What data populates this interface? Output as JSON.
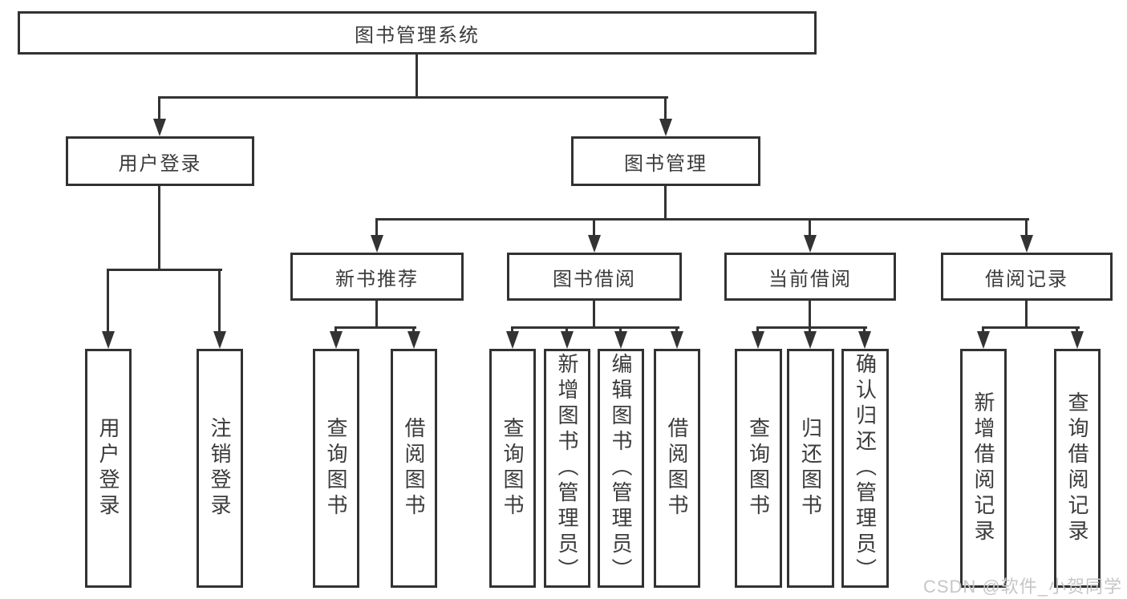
{
  "diagram": {
    "root": {
      "label": "图书管理系统"
    },
    "level2": [
      {
        "label": "用户登录"
      },
      {
        "label": "图书管理"
      }
    ],
    "level3": [
      {
        "label": "新书推荐"
      },
      {
        "label": "图书借阅"
      },
      {
        "label": "当前借阅"
      },
      {
        "label": "借阅记录"
      }
    ],
    "leaves": [
      {
        "label": "用户登录"
      },
      {
        "label": "注销登录"
      },
      {
        "label": "查询图书"
      },
      {
        "label": "借阅图书"
      },
      {
        "label": "查询图书"
      },
      {
        "label": "新增图书（管理员）"
      },
      {
        "label": "编辑图书（管理员）"
      },
      {
        "label": "借阅图书"
      },
      {
        "label": "查询图书"
      },
      {
        "label": "归还图书"
      },
      {
        "label": "确认归还（管理员）"
      },
      {
        "label": "新增借阅记录"
      },
      {
        "label": "查询借阅记录"
      }
    ]
  },
  "watermark": {
    "text": "CSDN @软件_小贺同学"
  },
  "colors": {
    "line": "#333333",
    "border": "#323232",
    "text": "#3b3b3b",
    "watermark": "#c6c6c6",
    "background": "#ffffff"
  }
}
